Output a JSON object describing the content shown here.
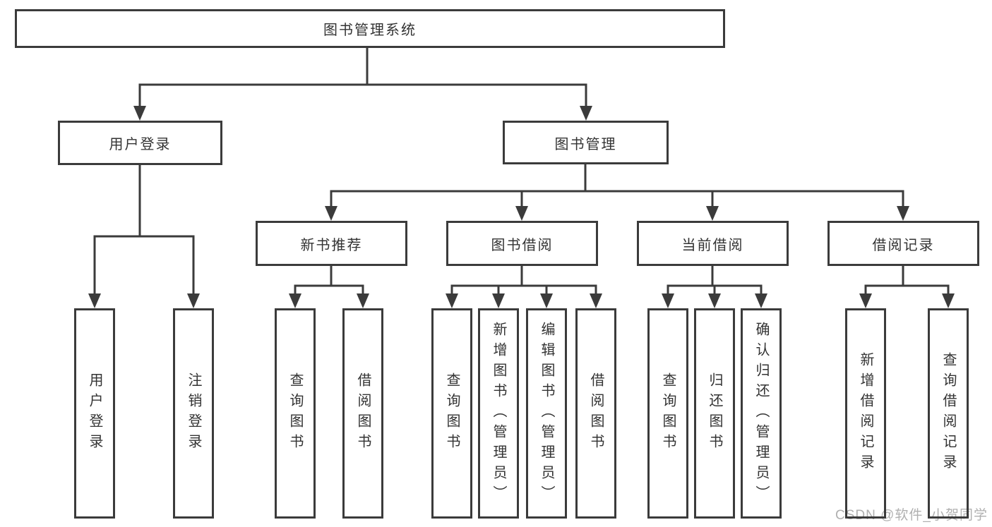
{
  "diagram": {
    "root": {
      "label": "图书管理系统"
    },
    "branches": [
      {
        "label": "用户登录",
        "leaves": [
          {
            "label": "用户登录"
          },
          {
            "label": "注销登录"
          }
        ]
      },
      {
        "label": "图书管理",
        "groups": [
          {
            "label": "新书推荐",
            "leaves": [
              {
                "label": "查询图书"
              },
              {
                "label": "借阅图书"
              }
            ]
          },
          {
            "label": "图书借阅",
            "leaves": [
              {
                "label": "查询图书"
              },
              {
                "label": "新增图书（管理员）"
              },
              {
                "label": "编辑图书（管理员）"
              },
              {
                "label": "借阅图书"
              }
            ]
          },
          {
            "label": "当前借阅",
            "leaves": [
              {
                "label": "查询图书"
              },
              {
                "label": "归还图书"
              },
              {
                "label": "确认归还（管理员）"
              }
            ]
          },
          {
            "label": "借阅记录",
            "leaves": [
              {
                "label": "新增借阅记录"
              },
              {
                "label": "查询借阅记录"
              }
            ]
          }
        ]
      }
    ]
  },
  "watermark": {
    "text": "CSDN @软件_小贺同学"
  },
  "colors": {
    "line": "#3b3b3b",
    "border": "#3b3b3b",
    "text": "#333333",
    "background": "#ffffff",
    "watermark": "#b0b0b0"
  }
}
